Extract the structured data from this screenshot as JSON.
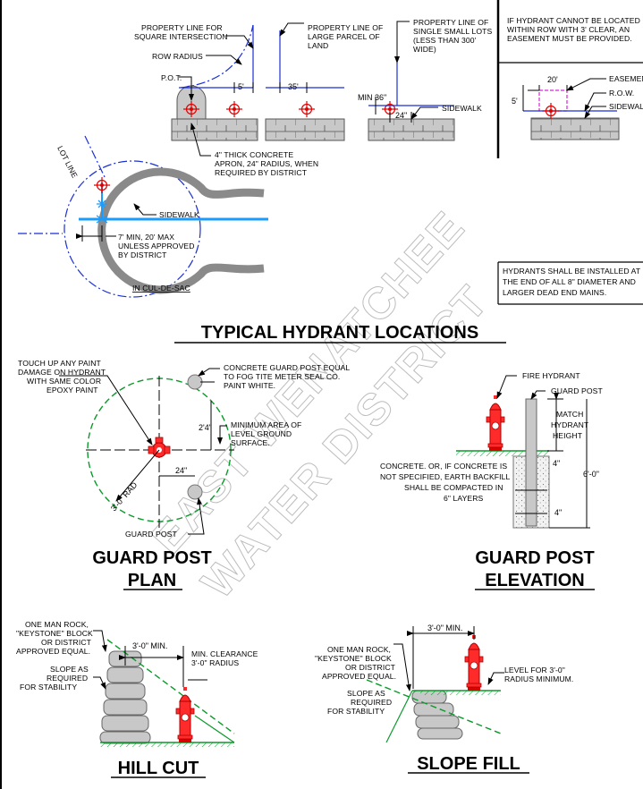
{
  "headings": {
    "typical": "TYPICAL HYDRANT LOCATIONS",
    "guard_plan_1": "GUARD POST",
    "guard_plan_2": "PLAN",
    "guard_elev_1": "GUARD POST",
    "guard_elev_2": "ELEVATION",
    "hill_cut": "HILL CUT",
    "slope_fill": "SLOPE FILL"
  },
  "watermark": {
    "line1": "EAST WENATCHEE",
    "line2": "WATER DISTRICT"
  },
  "top": {
    "prop_square_1": "PROPERTY LINE FOR",
    "prop_square_2": "SQUARE INTERSECTION",
    "row_radius": "ROW RADIUS",
    "pot": "P.O.T.",
    "dim_5": "5'",
    "prop_large_1": "PROPERTY LINE OF",
    "prop_large_2": "LARGE PARCEL OF",
    "prop_large_3": "LAND",
    "dim_35": "35'",
    "prop_small_1": "PROPERTY LINE OF",
    "prop_small_2": "SINGLE SMALL LOTS",
    "prop_small_3": "(LESS THAN 300'",
    "prop_small_4": "WIDE)",
    "min36": "MIN 36\"",
    "dim_24": "24\"",
    "sidewalk": "SIDEWALK",
    "apron_1": "4\" THICK CONCRETE",
    "apron_2": "APRON, 24\" RADIUS, WHEN",
    "apron_3": "REQUIRED BY DISTRICT",
    "easement_note_1": "IF HYDRANT CANNOT BE LOCATED",
    "easement_note_2": "WITHIN ROW WITH 3' CLEAR, AN",
    "easement_note_3": "EASEMENT MUST BE PROVIDED.",
    "dim_20": "20'",
    "easement": "EASEMENT",
    "row": "R.O.W.",
    "sidewalk_2": "SIDEWALK"
  },
  "culdesac": {
    "lot_line": "LOT LINE",
    "sidewalk": "SIDEWALK",
    "min_max_1": "7' MIN, 20' MAX",
    "min_max_2": "UNLESS APPROVED",
    "min_max_3": "BY DISTRICT",
    "caption": "IN CUL-DE-SAC",
    "dead_end_1": "HYDRANTS SHALL BE INSTALLED AT",
    "dead_end_2": "THE END OF ALL 8\" DIAMETER AND",
    "dead_end_3": "LARGER DEAD END MAINS."
  },
  "plan": {
    "touchup_1": "TOUCH UP ANY PAINT",
    "touchup_2": "DAMAGE ON HYDRANT",
    "touchup_3": "WITH SAME COLOR",
    "touchup_4": "EPOXY PAINT",
    "post_1": "CONCRETE GUARD POST EQUAL",
    "post_2": "TO FOG TITE METER SEAL CO.",
    "post_3": "PAINT WHITE.",
    "level_1": "MINIMUM AREA OF",
    "level_2": "LEVEL GROUND",
    "level_3": "SURFACE.",
    "dim_24": "2'4\"",
    "dim_24b": "24\"",
    "rad": "3'-0\" RAD",
    "guard_post": "GUARD POST"
  },
  "elevation": {
    "fire_hydrant": "FIRE HYDRANT",
    "guard_post": "GUARD POST",
    "match_1": "MATCH",
    "match_2": "HYDRANT",
    "match_3": "HEIGHT",
    "dim_6": "6'-0\"",
    "dim_4a": "4\"",
    "dim_4b": "4\"",
    "concrete_1": "CONCRETE. OR, IF CONCRETE IS",
    "concrete_2": "NOT SPECIFIED, EARTH BACKFILL",
    "concrete_3": "SHALL BE COMPACTED IN",
    "concrete_4": "6\" LAYERS"
  },
  "hill": {
    "rock_1": "ONE MAN ROCK,",
    "rock_2": "\"KEYSTONE\" BLOCK",
    "rock_3": "OR DISTRICT",
    "rock_4": "APPROVED EQUAL.",
    "slope_1": "SLOPE AS",
    "slope_2": "REQUIRED",
    "slope_3": "FOR STABILITY",
    "dim_3": "3'-0\" MIN.",
    "clear_1": "MIN. CLEARANCE",
    "clear_2": "3'-0\" RADIUS"
  },
  "fill": {
    "dim_3": "3'-0\" MIN.",
    "rock_1": "ONE MAN ROCK,",
    "rock_2": "\"KEYSTONE\" BLOCK",
    "rock_3": "OR DISTRICT",
    "rock_4": "APPROVED EQUAL.",
    "slope_1": "SLOPE AS",
    "slope_2": "REQUIRED",
    "slope_3": "FOR STABILITY",
    "level_1": "LEVEL FOR 3'-0\"",
    "level_2": "RADIUS MINIMUM."
  }
}
